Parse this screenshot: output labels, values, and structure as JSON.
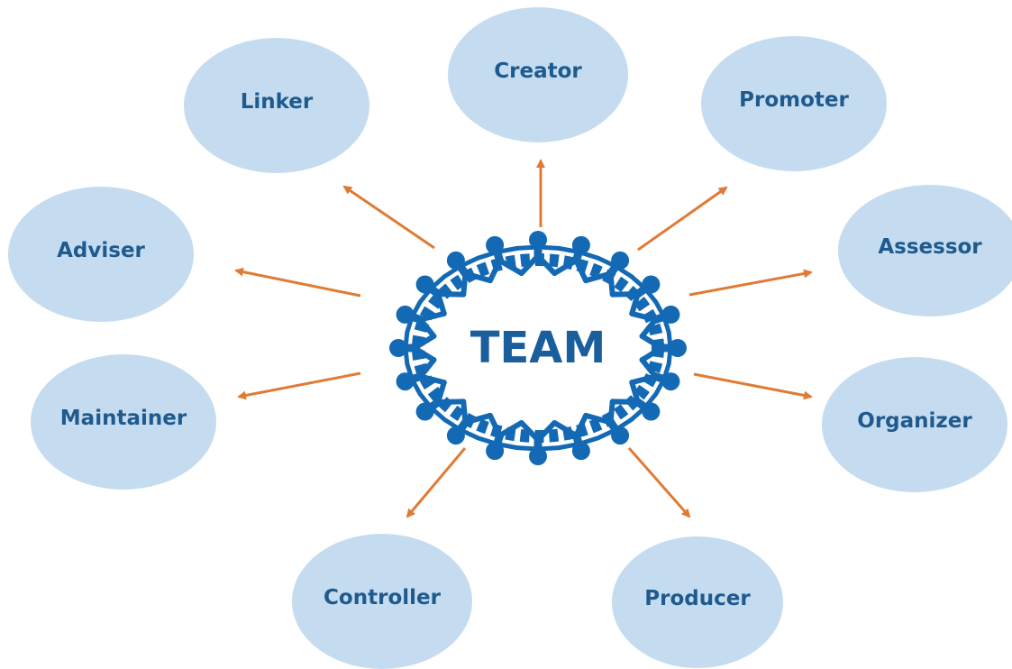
{
  "colors": {
    "ellipse_fill": "#c5dcf0",
    "label_text": "#1f5a8e",
    "arrow": "#e07b36",
    "people": "#1469b4",
    "center_text": "#1a5e9c"
  },
  "center": {
    "label": "TEAM",
    "icon": "people-ring-icon"
  },
  "roles": [
    {
      "id": "creator",
      "label": "Creator"
    },
    {
      "id": "promoter",
      "label": "Promoter"
    },
    {
      "id": "assessor",
      "label": "Assessor"
    },
    {
      "id": "organizer",
      "label": "Organizer"
    },
    {
      "id": "producer",
      "label": "Producer"
    },
    {
      "id": "controller",
      "label": "Controller"
    },
    {
      "id": "maintainer",
      "label": "Maintainer"
    },
    {
      "id": "adviser",
      "label": "Adviser"
    },
    {
      "id": "linker",
      "label": "Linker"
    }
  ]
}
